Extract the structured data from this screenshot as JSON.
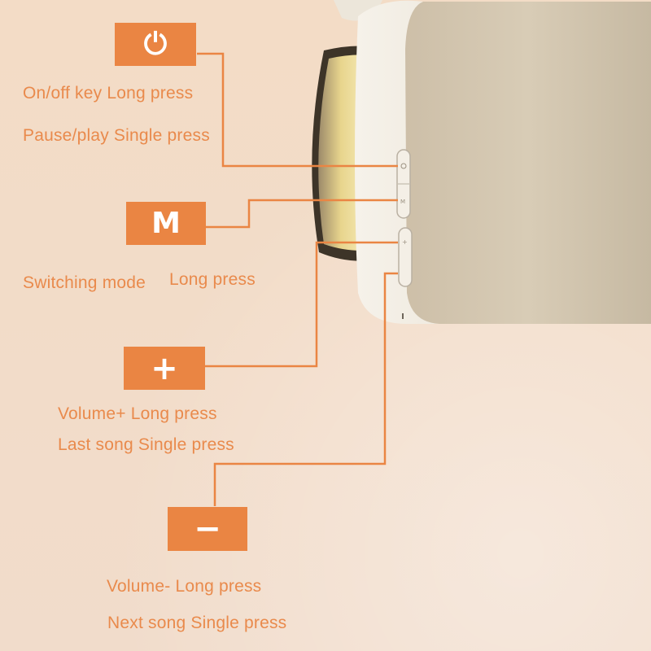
{
  "colors": {
    "background": "#f2dcc8",
    "accent": "#ea8543",
    "label_text": "#e98a4c",
    "headphone_body": "#e9e2d4",
    "headphone_gold": "#d9c27a"
  },
  "keys": [
    {
      "id": "power",
      "icon": "power-icon",
      "glyph": "⏻",
      "lines": [
        "On/off key  Long press",
        "Pause/play Single press"
      ]
    },
    {
      "id": "mode",
      "icon": "mode-letter-icon",
      "glyph": "M",
      "lines": [
        "Switching mode",
        "Long press"
      ]
    },
    {
      "id": "volume-up",
      "icon": "plus-icon",
      "glyph": "+",
      "lines": [
        "Volume+  Long press",
        "Last song Single press"
      ]
    },
    {
      "id": "volume-down",
      "icon": "minus-icon",
      "glyph": "−",
      "lines": [
        "Volume-  Long press",
        "Next song Single press"
      ]
    }
  ]
}
